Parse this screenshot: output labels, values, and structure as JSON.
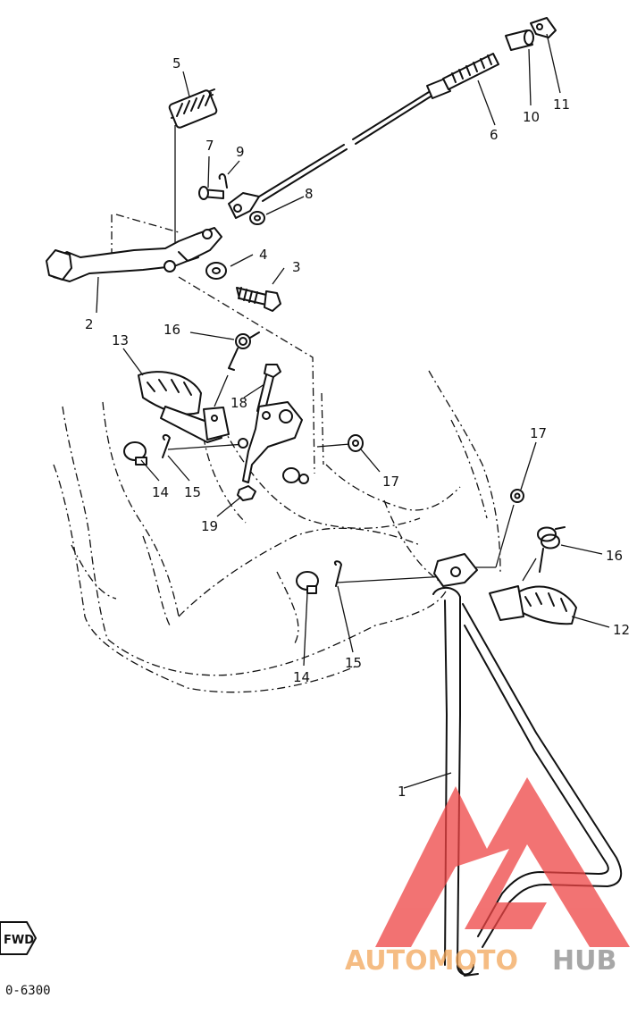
{
  "diagram": {
    "callouts": [
      "1",
      "2",
      "3",
      "4",
      "5",
      "6",
      "7",
      "8",
      "9",
      "10",
      "11",
      "12",
      "13",
      "14",
      "14",
      "15",
      "15",
      "16",
      "16",
      "17",
      "17",
      "18",
      "19"
    ],
    "drawing_code": "0-6300",
    "direction_badge": "FWD"
  },
  "watermark": {
    "word_left": "AUTOMOTO",
    "word_right": "HUB",
    "color_left": "#f2a65a",
    "color_right": "#8a8a8a",
    "logo_color": "#ee4444"
  }
}
